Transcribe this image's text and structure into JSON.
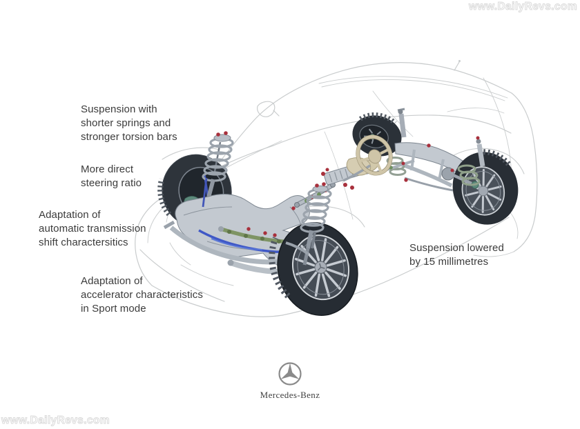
{
  "watermarks": {
    "top_right": "www.DailyRevs.com",
    "bottom_left": "www.DailyRevs.com"
  },
  "annotations": {
    "springs": {
      "text": "Suspension with\nshorter springs and\nstronger torsion bars"
    },
    "steering": {
      "text": "More direct\nsteering ratio"
    },
    "transmission": {
      "text": "Adaptation of\nautomatic transmission\nshift charactersitics"
    },
    "accelerator": {
      "text": "Adaptation of\naccelerator characteristics\nin Sport mode"
    },
    "lowered": {
      "text": "Suspension lowered\nby 15 millimetres"
    }
  },
  "brand": {
    "wordmark": "Mercedes-Benz",
    "logo": "mercedes-three-pointed-star"
  },
  "illustration": {
    "subject": "translucent-estate-car-suspension-cutaway",
    "colors": {
      "text": "#3b3b3b",
      "ghost_outline": "#c9cccd",
      "metal": "#c3c9d0",
      "tire": "#262c33",
      "accent_blue": "#3f58c6",
      "accent_green": "#7e9464",
      "accent_red": "#a8303c",
      "accent_beige": "#cfc5a8",
      "logo_gray": "#8a8a8a"
    }
  }
}
